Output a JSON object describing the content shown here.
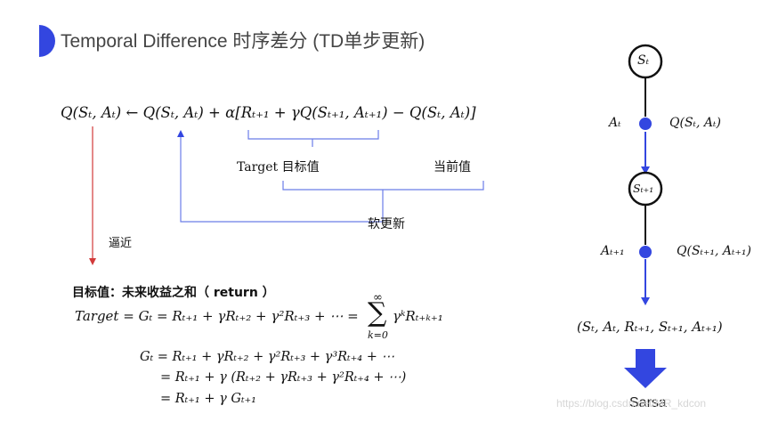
{
  "slide": {
    "title": "Temporal Difference 时序差分 (TD单步更新)",
    "update_rule": "Q(Sₜ, Aₜ) ← Q(Sₜ, Aₜ) + α[Rₜ₊₁ + γQ(Sₜ₊₁, Aₜ₊₁) − Q(Sₜ, Aₜ)]",
    "label_target": "Target 目标值",
    "label_current": "当前值",
    "label_soft_update": "软更新",
    "label_approach": "逼近",
    "target_heading": "目标值：未来收益之和（ return ）",
    "target_eq_left": "Target =  Gₜ = Rₜ₊₁ + γRₜ₊₂ + γ²Rₜ₊₃ + ⋯ =",
    "sum_top": "∞",
    "sum_sign": "∑",
    "sum_bottom": "k=0",
    "sum_term": "γᵏRₜ₊ₖ₊₁",
    "g_line1": "Gₜ = Rₜ₊₁ + γRₜ₊₂ + γ²Rₜ₊₃ + γ³Rₜ₊₄ + ⋯",
    "g_line2": "= Rₜ₊₁ + γ (Rₜ₊₂ + γRₜ₊₃ + γ²Rₜ₊₄ + ⋯)",
    "g_line3": "= Rₜ₊₁ + γ Gₜ₊₁"
  },
  "diagram": {
    "state1": "Sₜ",
    "action1": "Aₜ",
    "q1": "Q(Sₜ, Aₜ)",
    "state2": "Sₜ₊₁",
    "action2": "Aₜ₊₁",
    "q2": "Q(Sₜ₊₁, Aₜ₊₁)",
    "tuple": "(Sₜ, Aₜ, Rₜ₊₁, Sₜ₊₁, Aₜ₊₁)",
    "algo_name": "Sarsa"
  },
  "watermark": "https://blog.csdn.net/MR_kdcon",
  "colors": {
    "accent_blue": "#3346e0",
    "arrow_red": "#d23a3a",
    "bracket_blue": "#6b7de8",
    "title_gray": "#444444"
  }
}
